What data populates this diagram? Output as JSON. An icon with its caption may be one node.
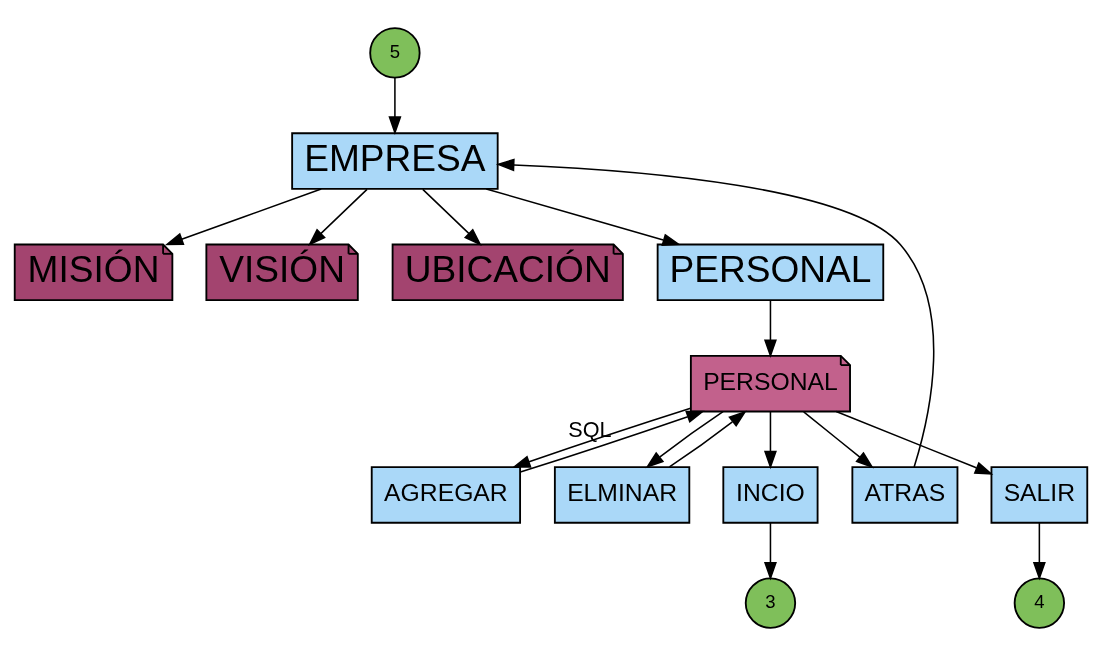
{
  "diagram": {
    "nodes": [
      {
        "text": [
          "5"
        ]
      },
      {
        "text": [
          "EMPRESA"
        ]
      },
      {
        "text": [
          "MISIÓN"
        ]
      },
      {
        "text": [
          "VISIÓN"
        ]
      },
      {
        "text": [
          "UBICACIÓN"
        ]
      },
      {
        "text": [
          "PERSONAL"
        ]
      },
      {
        "text": [
          "PERSONAL"
        ]
      },
      {
        "text": [
          "AGREGAR"
        ]
      },
      {
        "text": [
          "ELMINAR"
        ]
      },
      {
        "text": [
          "INCIO"
        ]
      },
      {
        "text": [
          "ATRAS"
        ]
      },
      {
        "text": [
          "SALIR"
        ]
      },
      {
        "text": [
          "3"
        ]
      },
      {
        "text": [
          "4"
        ]
      }
    ],
    "edges": [
      {
        "from": 0,
        "to": 1,
        "arrow": "to"
      },
      {
        "from": 1,
        "to": 2,
        "arrow": "to"
      },
      {
        "from": 1,
        "to": 3,
        "arrow": "to"
      },
      {
        "from": 1,
        "to": 4,
        "arrow": "to"
      },
      {
        "from": 1,
        "to": 5,
        "arrow": "to"
      },
      {
        "from": 5,
        "to": 6,
        "arrow": "to"
      },
      {
        "from": 6,
        "to": 7,
        "arrow": "to"
      },
      {
        "from": 6,
        "to": 8,
        "arrow": "to"
      },
      {
        "from": 6,
        "to": 9,
        "arrow": "to"
      },
      {
        "from": 6,
        "to": 10,
        "arrow": "to"
      },
      {
        "from": 6,
        "to": 11,
        "arrow": "to"
      },
      {
        "from": 9,
        "to": 12,
        "arrow": "to"
      },
      {
        "from": 11,
        "to": 13,
        "arrow": "to"
      },
      {
        "from": 7,
        "to": 6,
        "arrow": "to",
        "label": "SQL"
      },
      {
        "from": 8,
        "to": 6,
        "arrow": "to"
      },
      {
        "from": 10,
        "to": 1,
        "arrow": "to"
      }
    ]
  }
}
